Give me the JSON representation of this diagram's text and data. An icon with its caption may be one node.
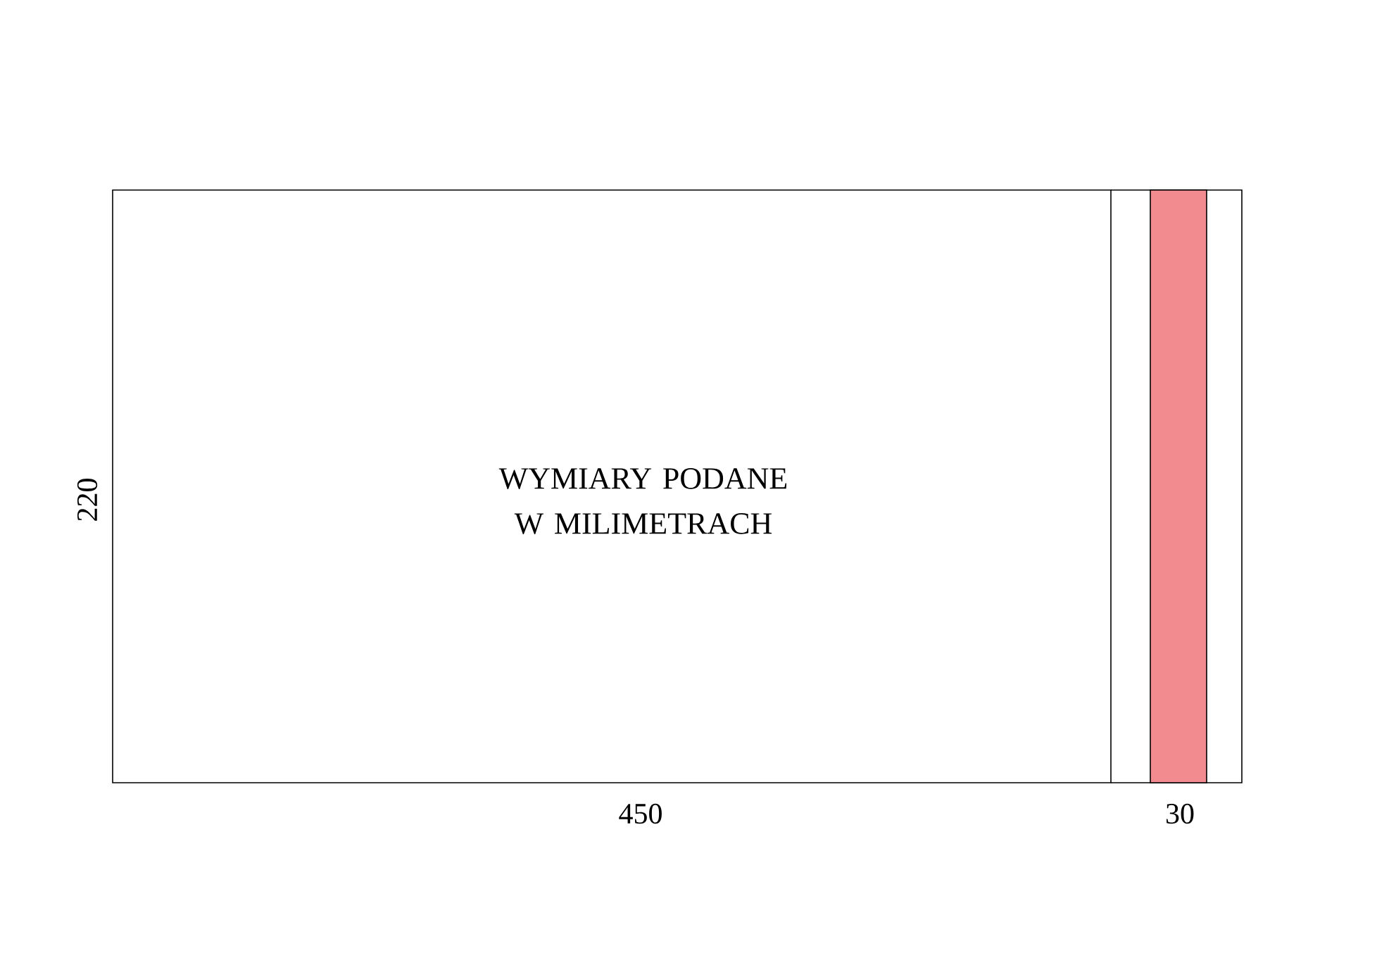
{
  "diagram": {
    "nodes": [
      {
        "text": [
          "WYMIARY PODANE W MILIMETRACH"
        ]
      },
      {
        "text": [],
        "shape": "bar"
      }
    ],
    "labels": [
      "220",
      "450",
      "30"
    ]
  }
}
